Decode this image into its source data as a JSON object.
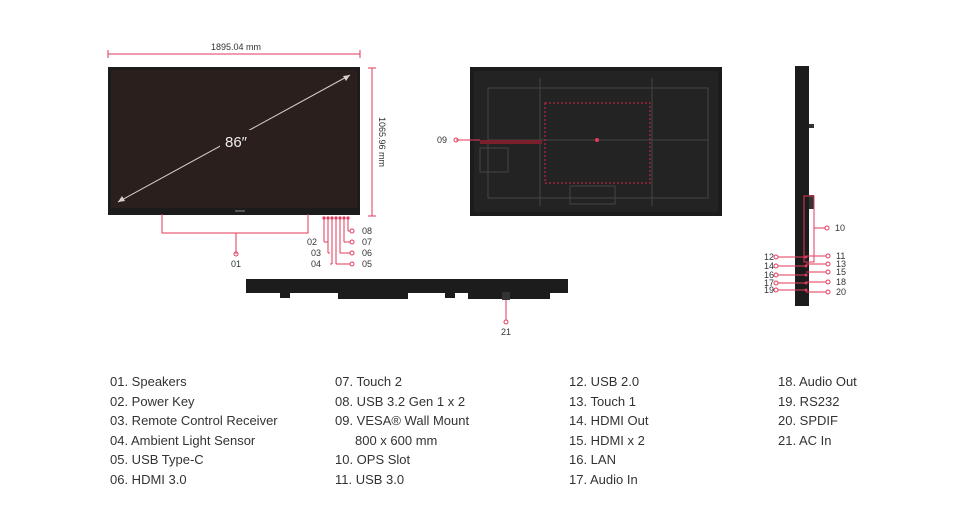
{
  "dimensions": {
    "width_label": "1895.04 mm",
    "height_label": "1065.96 mm",
    "diagonal_label": "86″"
  },
  "callouts": {
    "front": {
      "c01": "01",
      "c02": "02",
      "c03": "03",
      "c04": "04",
      "c05": "05",
      "c06": "06",
      "c07": "07",
      "c08": "08"
    },
    "back": {
      "c09": "09"
    },
    "side": {
      "c10": "10",
      "c11": "11",
      "c12": "12",
      "c13": "13",
      "c14": "14",
      "c15": "15",
      "c16": "16",
      "c17": "17",
      "c18": "18",
      "c19": "19",
      "c20": "20"
    },
    "bottom": {
      "c21": "21"
    }
  },
  "colors": {
    "accent": "#d9254a",
    "device": "#1c1c1c",
    "screen": "#2a1f1c",
    "line": "#e33a5b"
  },
  "legend": {
    "col1": [
      "01. Speakers",
      "02. Power Key",
      "03. Remote Control Receiver",
      "04. Ambient Light Sensor",
      "05. USB Type-C",
      "06. HDMI 3.0"
    ],
    "col2": [
      "07. Touch 2",
      "08. USB 3.2 Gen 1 x 2",
      "09. VESA® Wall Mount",
      "800 x 600 mm",
      "10. OPS Slot",
      "11. USB 3.0"
    ],
    "col3": [
      "12. USB 2.0",
      "13. Touch 1",
      "14. HDMI Out",
      "15.  HDMI x 2",
      "16. LAN",
      "17. Audio In"
    ],
    "col4": [
      "18. Audio Out",
      "19. RS232",
      "20. SPDIF",
      "21. AC In"
    ]
  }
}
